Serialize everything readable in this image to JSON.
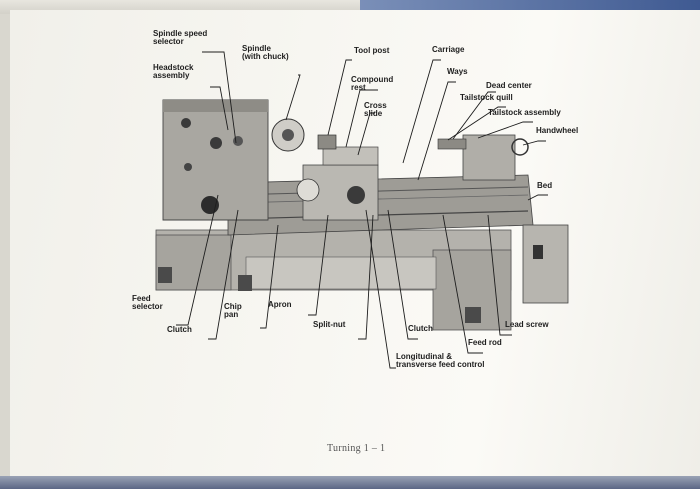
{
  "labels": {
    "spindle_speed_selector": "Spindle speed\nselector",
    "headstock_assembly": "Headstock\nassembly",
    "spindle": "Spindle\n(with chuck)",
    "tool_post": "Tool post",
    "compound_rest": "Compound\nrest",
    "cross_slide": "Cross\nslide",
    "carriage": "Carriage",
    "ways": "Ways",
    "dead_center": "Dead center",
    "tailstock_quill": "Tailstock quill",
    "tailstock_assembly": "Tailstock assembly",
    "handwheel": "Handwheel",
    "bed": "Bed",
    "feed_selector": "Feed\nselector",
    "clutch_left": "Clutch",
    "chip_pan": "Chip\npan",
    "apron": "Apron",
    "split_nut": "Split-nut",
    "clutch_right": "Clutch",
    "lead_screw": "Lead screw",
    "feed_rod": "Feed rod",
    "long_feed_control": "Longitudinal &\ntransverse feed control"
  },
  "caption": "Turning 1 – 1",
  "colors": {
    "page": "#f7f6f1",
    "machine_body": "#a8a6a0",
    "machine_dark": "#3a3a3a",
    "line": "#1e1e1e"
  }
}
